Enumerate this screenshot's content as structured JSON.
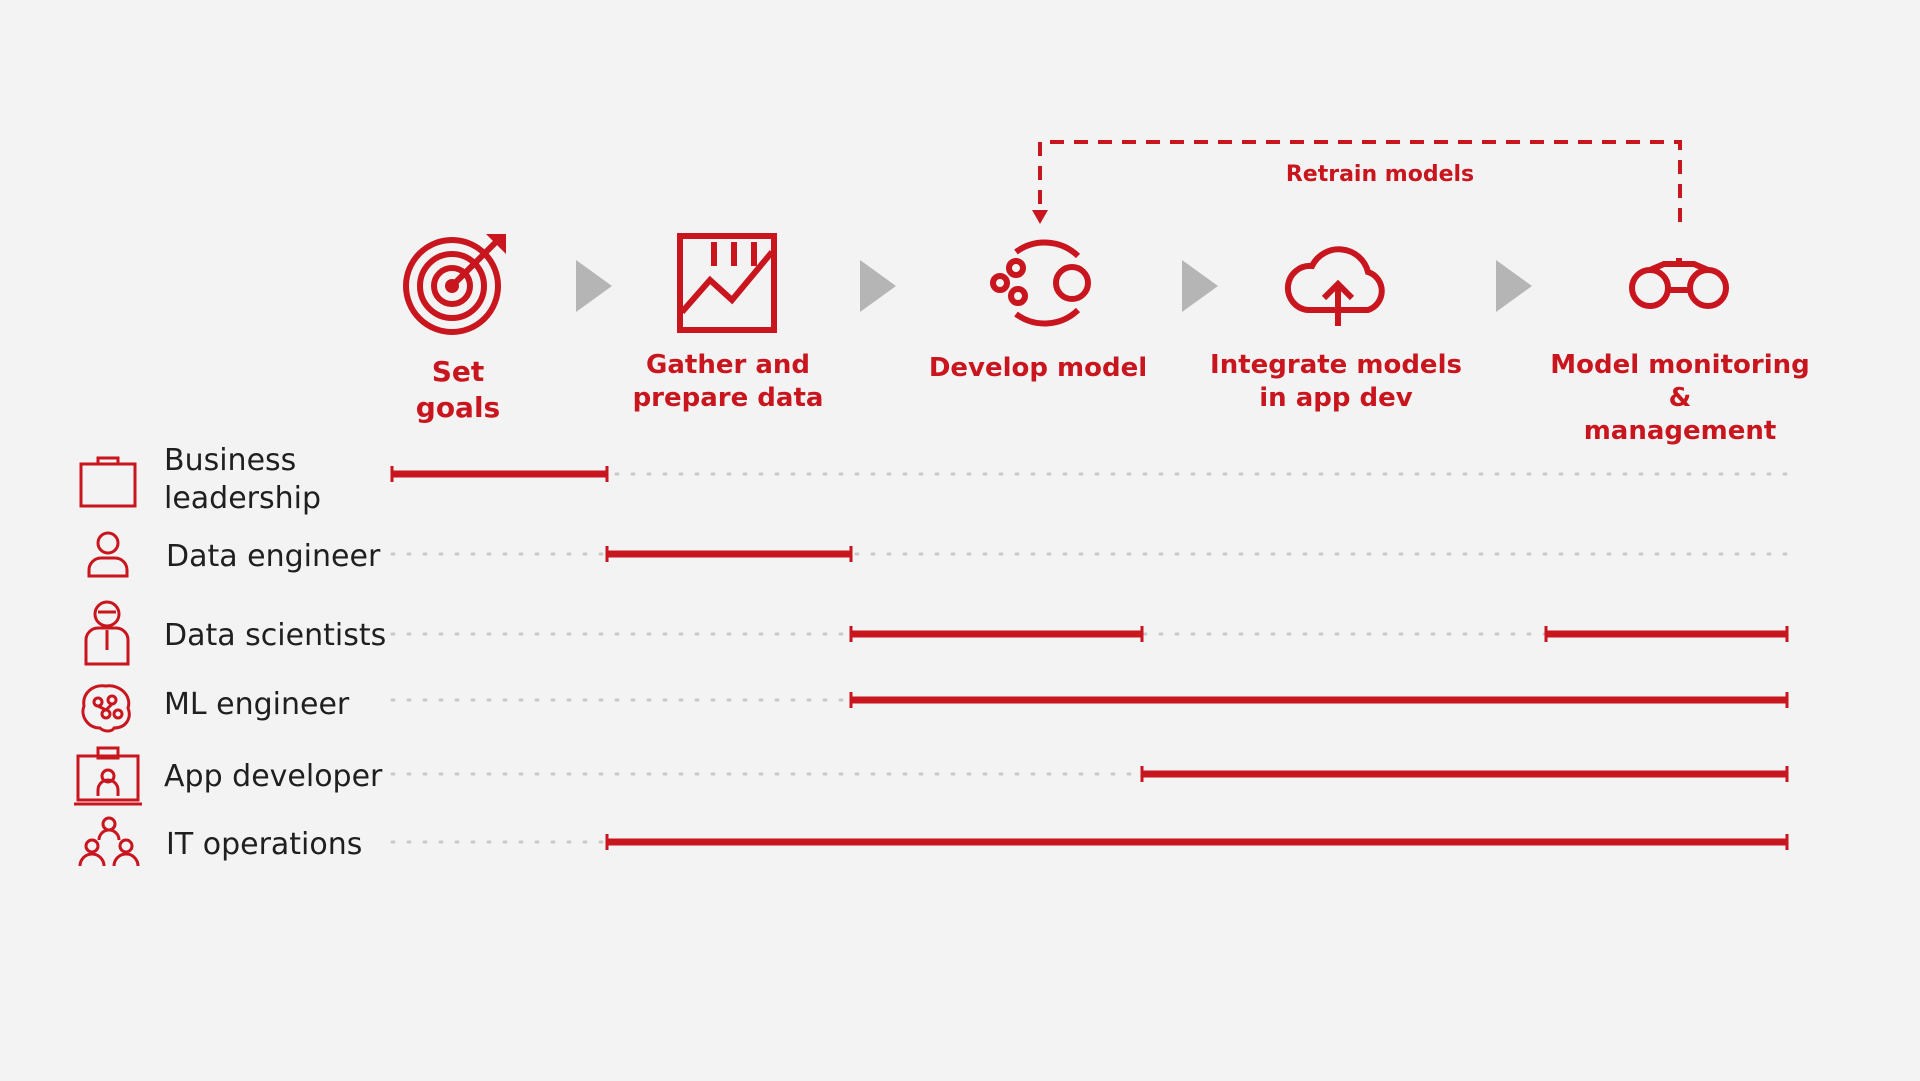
{
  "colors": {
    "accent": "#c9151e",
    "arrow": "#b5b5b5",
    "background": "#f3f3f3",
    "dotted": "#c8c8c8"
  },
  "retrain_label": "Retrain models",
  "stages": [
    {
      "id": "set-goals",
      "label": "Set\ngoals",
      "icon": "target-icon"
    },
    {
      "id": "gather-data",
      "label": "Gather and\nprepare data",
      "icon": "chart-board-icon"
    },
    {
      "id": "develop-model",
      "label": "Develop model",
      "icon": "model-icon"
    },
    {
      "id": "integrate",
      "label": "Integrate models\nin app dev",
      "icon": "cloud-upload-icon"
    },
    {
      "id": "monitoring",
      "label": "Model monitoring &\nmanagement",
      "icon": "binoculars-icon"
    }
  ],
  "roles": [
    {
      "id": "business-leadership",
      "label": "Business\nleadership",
      "icon": "briefcase-icon",
      "segments": [
        [
          0,
          1
        ]
      ]
    },
    {
      "id": "data-engineer",
      "label": "Data engineer",
      "icon": "person-icon",
      "segments": [
        [
          1,
          2
        ]
      ]
    },
    {
      "id": "data-scientists",
      "label": "Data scientists",
      "icon": "scientist-icon",
      "segments": [
        [
          2,
          3
        ],
        [
          4,
          5
        ]
      ]
    },
    {
      "id": "ml-engineer",
      "label": "ML engineer",
      "icon": "brain-icon",
      "segments": [
        [
          2,
          5
        ]
      ]
    },
    {
      "id": "app-developer",
      "label": "App developer",
      "icon": "presentation-icon",
      "segments": [
        [
          3,
          5
        ]
      ]
    },
    {
      "id": "it-operations",
      "label": "IT operations",
      "icon": "team-icon",
      "segments": [
        [
          1,
          5
        ]
      ]
    }
  ]
}
